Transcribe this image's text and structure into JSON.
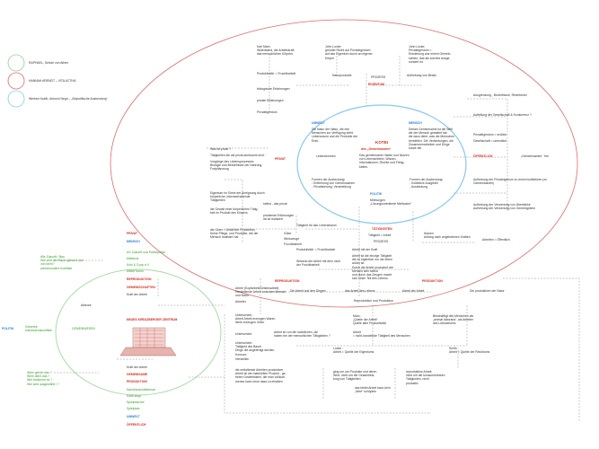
{
  "legend": [
    {
      "label": "RAPHAEL, Schule von Athen",
      "color": "#8fd18f"
    },
    {
      "label": "HANNAH ARENDT – VITA ACTIVA",
      "color": "#e06a6a"
    },
    {
      "label": "Werkes Noeth, Antonio Negri – „Biopolitische Ausbeutung“",
      "color": "#8ac8ef"
    }
  ],
  "colors": {
    "red": "#d62a1e",
    "blue": "#2a7fd6",
    "green": "#3aa02a"
  },
  "top": {
    "karl_marx": "Karl Marx:\nWiderstand, die Arbeitskraft\ndas menschlichen Körpers",
    "john_locke_1": "John Locke:\ngründet Recht auf Privateigentum\nauf das Eigentum durch an eigener\nKörper",
    "john_locke_2": "John Locke:\nPrivateigentum =\nEntziehung aus einem Gemein-\nsamen, das als solches ausge-\nsondert ist",
    "produktivitaet": "Produktivität  = Fruchtbarkeit",
    "biologische": "biologische Erfahrungen",
    "private_erfahrungen": "private Erfahrungen",
    "privateigentum": "Privateigentum",
    "naturprodukte": "Naturprodukte",
    "prozess": "PROZESS",
    "eigentum": "EIGENTUM",
    "aufhebung": "Aufhebung von Besitz"
  },
  "center": {
    "umwelt": "UMWELT",
    "mensch": "MENSCH",
    "kotei": "KOTEI",
    "gemeinsamen": "des „Gemeinsamen“",
    "politik": "POLITIK",
    "left_text": "Die Natur der Natur, die den\nMenschen zur Verfügung steht.\nLebensraum und die Produkte der\nErde.",
    "right_text": "Dieses Gemeinsame ist die Welt\ndie der Mensch gestaltet hat\ndie dazu dient, was die Menschen\nherstellen. Die Verbindungen, die\nZusammenarbeiten und Dinge\nsowie die.",
    "mid_text": "Das gemeinsame Haben und Nutzen\nvon Lebensmitteln, Wissen,\nInformationen, Rechte und Fähig-\nkeiten.",
    "lebensformen": "Lebensformen",
    "lower_left": "Formen der Ausbeutung:\n- Entfernung von Gemeinsamen\n- Privatisierung, Verarbeitung",
    "lower_right": "Formen der Ausbeutung:\n- Kollektive Ausgleich\n- Ausbeutung",
    "politik_text": "Meinungen\n„Lösungsorientierte Methoden“"
  },
  "left_mid": {
    "privat": "PRIVAT",
    "was_privat": "Was ist privat ?",
    "taetigkeiten": "Tätigkeiten die als privat anerkannt sind :",
    "vorgaenge": "Vorgänge des Lebensprozesses\nBiologie und Bedürfnisse der Nahrung,\nFortpflanzung",
    "eigentum_sinne": "Eigentum im Sinne der Aneignung durch\nkörperliche, lebenserhaltende\nTätigkeiten",
    "besitz": "die Gewalt einer körperlichen Tätig-\nkeit im Produkt des Körpers",
    "selbst": "selbst - das privat",
    "privateste": "privateste Erfahrungen\nda ist realisiert",
    "gueter": "die Güter = Unfall der Produktion,\nKeine Pflege, und Produkte, die der\nMensch realisiert hat",
    "ppuml": "Güter",
    "werkzeuge": "Werkzeuge",
    "fruchtbarkeit": "Fruchtbarkeit"
  },
  "right_mid": {
    "ausgrenzung": "Ausgrenzung , Bedürfnisse, Reichtümer",
    "aufteilung": "Aufteilung der Gesellschaft & Konkurrenz ?",
    "privateigentum": "Privateigentum = endlich",
    "gesellschaft": "Gesellschaft = unendlich",
    "oeffentlich": "ÖFFENTLICH",
    "gemeinsam": "„Gemeinsames“  frei",
    "aufhebung": "Aufhebung der Privateigenum zu einem kollektiven (zu\nGemeinsamen)",
    "aufhebung2": "Aufhebung der Verwertung von Überblicke\nAufhebung der Verwertung von Gemeingütern"
  },
  "middle_band": {
    "taetigkeit_lebens": "Tätigkeit für das Lebensbaum",
    "taetigkeiten": "TÄTIGKEITEN",
    "taetigkeit_arbeit": "Tätigkeit = Arbeit",
    "prozess": "PROZESS",
    "nutzen": "Nutzen\nAnfang nach angebotenen Kraften",
    "arbeiten": "Arbeiten = Öffentlich",
    "produktivitaet": "Produktivität  = Fruchtbarkeit",
    "arbeit_mit": "Arbeit mit der Kraft",
    "arbeit_naehrt": "Wirkend der Arbeit mit dem nicht\nder Fruchtbarkeit",
    "arbeit_box": "Arbeit ist die einzige Tätigkeit\ndie es eigentlich nur die leben\naußer ist.\nDurch die Arbeit produziert der\nMensch sein selbst\nund durch das Zeugen macht\nsich einen Teil des Lebens.",
    "reproduktion": "REPRODUKTION",
    "produktion": "PRODUKTION",
    "arbeit_dingen": "Die Arbeit und den Dingen",
    "arbeit_lebens": "das Arbeit des Lebens",
    "arbeit_arbeit": "Arbeit der Arbeit",
    "produkte_natur": "Die produktiven der Natur",
    "reproduktion_produktion": "Reproduktion und Produktion"
  },
  "lower_center": {
    "arbeit_kopf": "Arbeit (Kopfarbeit/Geistesarbeit)\nHerstellende Arbeit zwischen Mensch\nund Natur",
    "arbeiter": "Arbeiter",
    "unterschied": "Unterschied :\nArbeit Arbeit erzeugen Waren\nWerk erzeugen Güter",
    "unterschied2": "Unterschied",
    "arbeit_mit_werk": "Arbeit ist von die natürlichen, die\nhaben bei der menschlichen Tätigkeiten ?",
    "mark": "Marx :\n„Quelle der Arbeit“\nQuelle aller Produktivität",
    "beschaeftigt": "Beschäftigt des Menschen als\n„animal laborans“, als Arbeiter\ndes Lebewesens",
    "arbeit_nicht": "Arbeit\n= nicht-handelnde Tätigkeit des Menschen",
    "unterschied3": "Unterschied :\nTätigkeit des Bauer\nDinge die angefertigt werden\nKonsum",
    "locke_arbeit": "Locke :\nArbeit = Quelle der Eigentums",
    "smith_arbeit": "Smith :\nArbeit = Quelle der Reichtums",
    "herstellen": "Herstellen",
    "klassen": "die entfaltende Arbeiten produktiver\nArbeit ist die materiellen Produkt - ge-\nbeten Gewerbtäten, die man vollkom-\nmenes kann ohne dass zu erhalten",
    "ging_um": "ging um um Produkte und deren\nWert, nicht um die Gesamtleis-\ntung von Tätigkeiten",
    "reproduktion_arbeit": "reproduktive Arbeit:\nnicht um die konsumierbaren\nTätigkeiten, nicht\nproduktiv",
    "das_bleibt": "das bleibt Arbeit kann kein\n„Wert“ schöpfen"
  },
  "left_list": {
    "privat": "PRIVAT",
    "mensch": "MENSCH",
    "items": [
      "AG Zukunft und Partizipation",
      "Mieterrat",
      "Kohl & Coop e.V.",
      "Mieter*innen"
    ],
    "reproduktion": "REPRODUKTION",
    "gemeinschaften": "GEMEINSCHAFTEN",
    "kraft": "Kraft der Arbeit",
    "zentrum": "NEUES KREUZBERGER ZENTRUM",
    "kraft2": "Kraft der Arbeit",
    "gemeinsame": "GEMEINSAME",
    "produktion": "PRODUKTION",
    "items2": [
      "Nachbarschaftsforum",
      "Kottti shop",
      "Spielplatzhof",
      "Spielplatz"
    ],
    "umwelt": "UMWELT",
    "oeffentlich": "ÖFFENTLICH"
  },
  "far_left": {
    "politik": "POLITIK",
    "gewerbe": "Gewerbe\nInteressenskonflikte",
    "gemeinwesen": "GEMEINWESEN",
    "fragen_top": "Alle Zukunft / Bau\nWie wird der Raum genutzt und\nvon wem?\nwerbesonders Konflikte",
    "fragen_bottom": "Wem gehört das ?\nWem dient das ?\nWer bestimmt es ?\nWie wird ausgewählt / ?",
    "akteure": "Akteure"
  }
}
